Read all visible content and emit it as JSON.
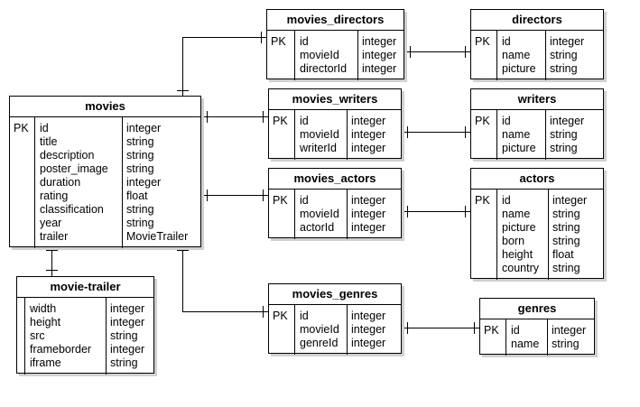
{
  "tables": {
    "movies": {
      "title": "movies",
      "pk": "PK",
      "names": [
        "id",
        "title",
        "description",
        "poster_image",
        "duration",
        "rating",
        "classification",
        "year",
        "trailer"
      ],
      "types": [
        "integer",
        "string",
        "string",
        "string",
        "integer",
        "float",
        "string",
        "string",
        "MovieTrailer"
      ]
    },
    "movie_trailer": {
      "title": "movie-trailer",
      "pk": "",
      "names": [
        "width",
        "height",
        "src",
        "frameborder",
        "iframe"
      ],
      "types": [
        "integer",
        "integer",
        "string",
        "integer",
        "string"
      ]
    },
    "movies_directors": {
      "title": "movies_directors",
      "pk": "PK",
      "names": [
        "id",
        "movieId",
        "directorId"
      ],
      "types": [
        "integer",
        "integer",
        "integer"
      ]
    },
    "directors": {
      "title": "directors",
      "pk": "PK",
      "names": [
        "id",
        "name",
        "picture"
      ],
      "types": [
        "integer",
        "string",
        "string"
      ]
    },
    "movies_writers": {
      "title": "movies_writers",
      "pk": "PK",
      "names": [
        "id",
        "movieId",
        "writerId"
      ],
      "types": [
        "integer",
        "integer",
        "integer"
      ]
    },
    "writers": {
      "title": "writers",
      "pk": "PK",
      "names": [
        "id",
        "name",
        "picture"
      ],
      "types": [
        "integer",
        "string",
        "string"
      ]
    },
    "movies_actors": {
      "title": "movies_actors",
      "pk": "PK",
      "names": [
        "id",
        "movieId",
        "actorId"
      ],
      "types": [
        "integer",
        "integer",
        "integer"
      ]
    },
    "actors": {
      "title": "actors",
      "pk": "PK",
      "names": [
        "id",
        "name",
        "picture",
        "born",
        "height",
        "country"
      ],
      "types": [
        "integer",
        "string",
        "string",
        "string",
        "float",
        "string"
      ]
    },
    "movies_genres": {
      "title": "movies_genres",
      "pk": "PK",
      "names": [
        "id",
        "movieId",
        "genreId"
      ],
      "types": [
        "integer",
        "integer",
        "integer"
      ]
    },
    "genres": {
      "title": "genres",
      "pk": "PK",
      "names": [
        "id",
        "name"
      ],
      "types": [
        "integer",
        "string"
      ]
    }
  },
  "relationships": [
    {
      "from": "movies",
      "to": "movies_directors"
    },
    {
      "from": "movies",
      "to": "movies_writers"
    },
    {
      "from": "movies",
      "to": "movies_actors"
    },
    {
      "from": "movies",
      "to": "movies_genres"
    },
    {
      "from": "movies",
      "to": "movie-trailer"
    },
    {
      "from": "movies_directors",
      "to": "directors"
    },
    {
      "from": "movies_writers",
      "to": "writers"
    },
    {
      "from": "movies_actors",
      "to": "actors"
    },
    {
      "from": "movies_genres",
      "to": "genres"
    }
  ]
}
